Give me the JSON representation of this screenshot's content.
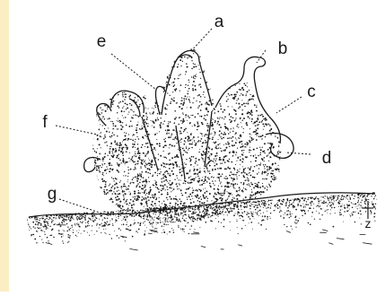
{
  "accent": {
    "left_strip": "#fbeec2",
    "ink": "#1a1a1a"
  },
  "labels": {
    "a": "a",
    "b": "b",
    "c": "c",
    "d": "d",
    "e": "e",
    "f": "f",
    "g": "g"
  },
  "scale_mark": "z"
}
